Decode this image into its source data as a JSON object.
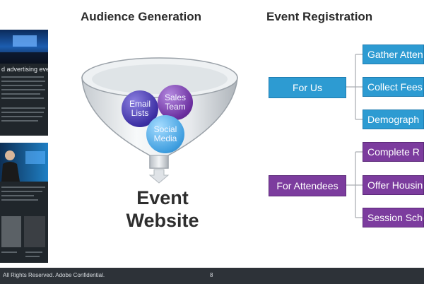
{
  "left_panel": {
    "heading_fragment": "d advertising event"
  },
  "sections": {
    "audience_title": "Audience Generation",
    "registration_title": "Event Registration"
  },
  "funnel": {
    "circles": [
      {
        "line1": "Email",
        "line2": "Lists"
      },
      {
        "line1": "Sales",
        "line2": "Team"
      },
      {
        "line1": "Social",
        "line2": "Media"
      }
    ],
    "caption_line1": "Event",
    "caption_line2": "Website"
  },
  "registration": {
    "for_us": {
      "label": "For Us",
      "items": [
        "Gather Atten",
        "Collect Fees",
        "Demograph"
      ]
    },
    "for_attendees": {
      "label": "For Attendees",
      "items": [
        "Complete R",
        "Offer Housin",
        "Session Sche"
      ]
    }
  },
  "colors": {
    "blue": "#2d9bd2",
    "purple": "#7c3c9e",
    "footer": "#2d3238"
  },
  "footer": {
    "copyright": "All Rights Reserved.  Adobe Confidential.",
    "page_number": "8"
  }
}
